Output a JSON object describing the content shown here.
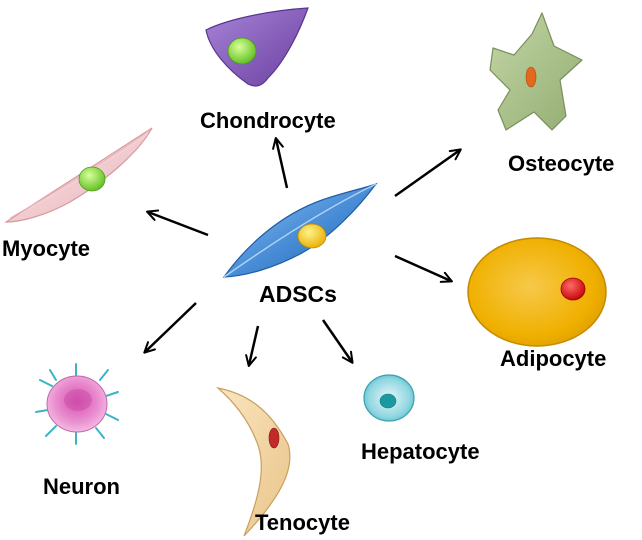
{
  "center": {
    "label": "ADSCs",
    "body_color": "#4a8fd8",
    "nucleus_color": "#f5c000"
  },
  "cells": [
    {
      "id": "chondrocyte",
      "label": "Chondrocyte",
      "body_color": "#8b5fc0",
      "nucleus_color": "#7fd43a"
    },
    {
      "id": "osteocyte",
      "label": "Osteocyte",
      "body_color": "#a8bf86",
      "nucleus_color": "#e36a1d"
    },
    {
      "id": "myocyte",
      "label": "Myocyte",
      "body_color": "#efc7cb",
      "nucleus_color": "#7fd43a"
    },
    {
      "id": "adipocyte",
      "label": "Adipocyte",
      "body_color": "#f0b400",
      "nucleus_color": "#e01010"
    },
    {
      "id": "neuron",
      "label": "Neuron",
      "body_color": "#e080c8",
      "nucleus_color": "#c04aa0"
    },
    {
      "id": "tenocyte",
      "label": "Tenocyte",
      "body_color": "#f2d5a0",
      "nucleus_color": "#c02a28"
    },
    {
      "id": "hepatocyte",
      "label": "Hepatocyte",
      "body_color": "#6cc8d4",
      "nucleus_color": "#1a9aa0"
    }
  ],
  "arrow_color": "#000000"
}
